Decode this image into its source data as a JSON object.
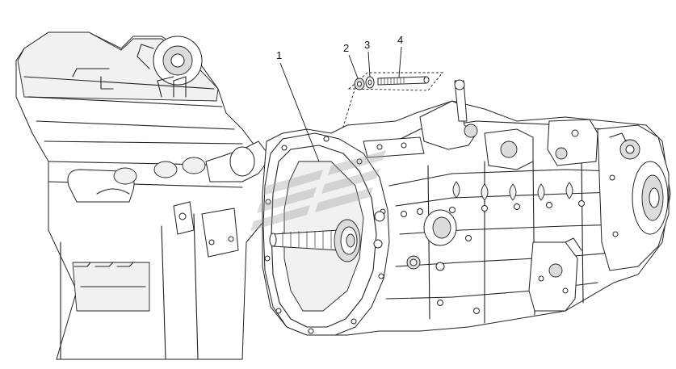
{
  "callouts": [
    {
      "number": "1",
      "part": "gearbox-housing"
    },
    {
      "number": "2",
      "part": "nut"
    },
    {
      "number": "3",
      "part": "washer"
    },
    {
      "number": "4",
      "part": "stud"
    }
  ]
}
